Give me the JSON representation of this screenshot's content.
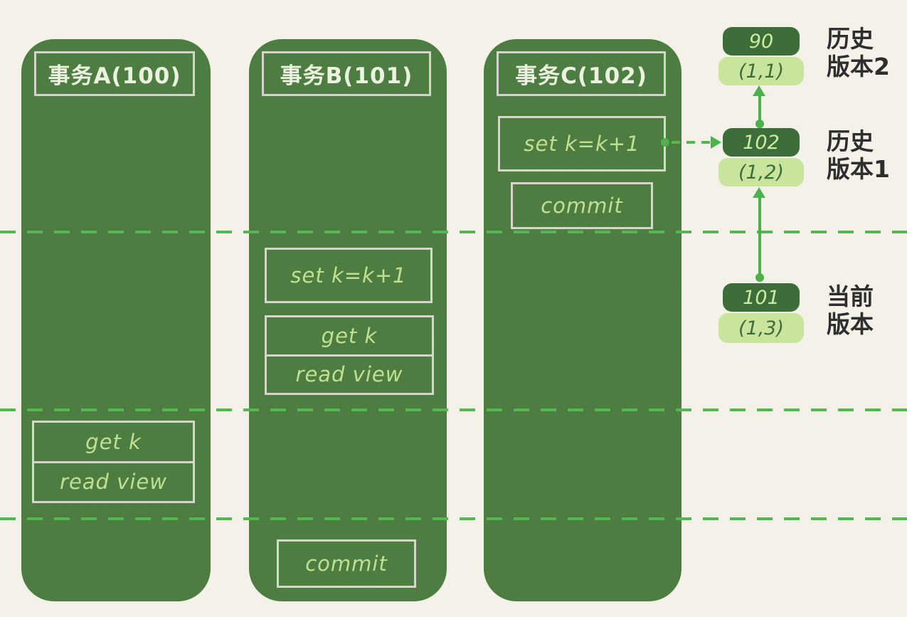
{
  "lanes": [
    {
      "title": "事务A(100)",
      "ops": {
        "get": "get k",
        "read": "read view"
      }
    },
    {
      "title": "事务B(101)",
      "ops": {
        "set": "set k=k+1",
        "get": "get k",
        "read": "read view",
        "commit": "commit"
      }
    },
    {
      "title": "事务C(102)",
      "ops": {
        "set": "set k=k+1",
        "commit": "commit"
      }
    }
  ],
  "versions": [
    {
      "txn": "90",
      "row": "(1,1)",
      "label_line1": "历史",
      "label_line2": "版本2"
    },
    {
      "txn": "102",
      "row": "(1,2)",
      "label_line1": "历史",
      "label_line2": "版本1"
    },
    {
      "txn": "101",
      "row": "(1,3)",
      "label_line1": "当前",
      "label_line2": "版本"
    }
  ],
  "colors": {
    "background": "#f4f1e9",
    "lane": "#4e7d42",
    "box_border": "#d6d6ca",
    "op_text": "#bfe093",
    "header_text": "#ecf2e0",
    "pill_dark": "#3d6d38",
    "pill_light": "#c9e59d",
    "line_green": "#4db04a",
    "label_text": "#2e2e2e"
  }
}
